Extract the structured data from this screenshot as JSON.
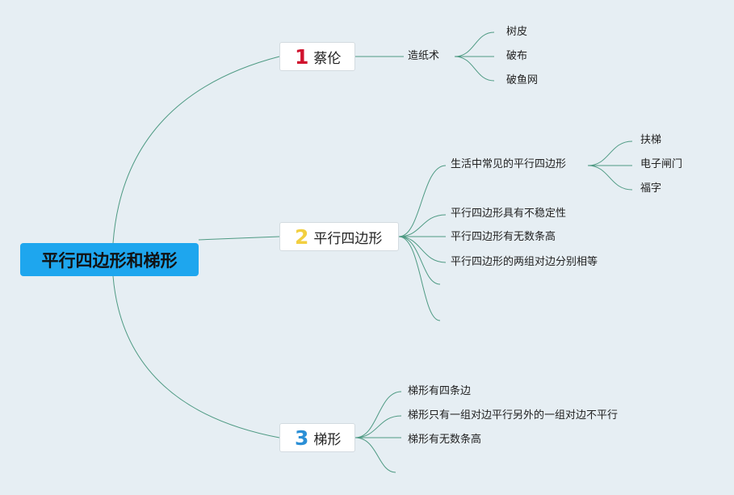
{
  "root": {
    "label": "平行四边形和梯形"
  },
  "branches": [
    {
      "number": "1",
      "label": "蔡伦",
      "color": "#d0132e",
      "children": [
        {
          "label": "造纸术",
          "children": [
            "树皮",
            "破布",
            "破鱼网"
          ]
        }
      ]
    },
    {
      "number": "2",
      "label": "平行四边形",
      "color": "#f2cf40",
      "children": [
        {
          "label": "生活中常见的平行四边形",
          "children": [
            "扶梯",
            "电子闸门",
            "福字"
          ]
        },
        {
          "label": "平行四边形具有不稳定性"
        },
        {
          "label": "平行四边形有无数条高"
        },
        {
          "label": "平行四边形的两组对边分别相等"
        }
      ]
    },
    {
      "number": "3",
      "label": "梯形",
      "color": "#2b8fd6",
      "children": [
        {
          "label": "梯形有四条边"
        },
        {
          "label": "梯形只有一组对边平行另外的一组对边不平行"
        },
        {
          "label": "梯形有无数条高"
        }
      ]
    }
  ],
  "colors": {
    "background": "#e6eef3",
    "root": "#1ea6ee",
    "line": "#4e9a83"
  }
}
